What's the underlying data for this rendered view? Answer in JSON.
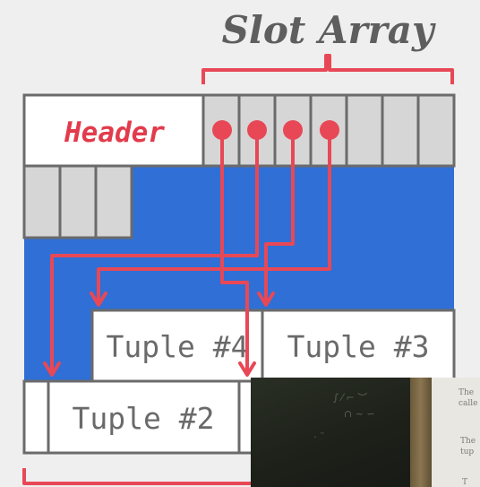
{
  "title": "Slot Array",
  "header": "Header",
  "tuples": {
    "t4": "Tuple #4",
    "t3": "Tuple #3",
    "t2": "Tuple #2"
  },
  "colors": {
    "accent": "#e84856",
    "free_space": "#2f6fd6",
    "cell_fill": "#d6d6d6",
    "border": "#6b6b6b",
    "background": "#efefef"
  },
  "video_inset": {
    "paper_lines": [
      "The",
      "calle",
      "The",
      "tup",
      "T"
    ]
  }
}
